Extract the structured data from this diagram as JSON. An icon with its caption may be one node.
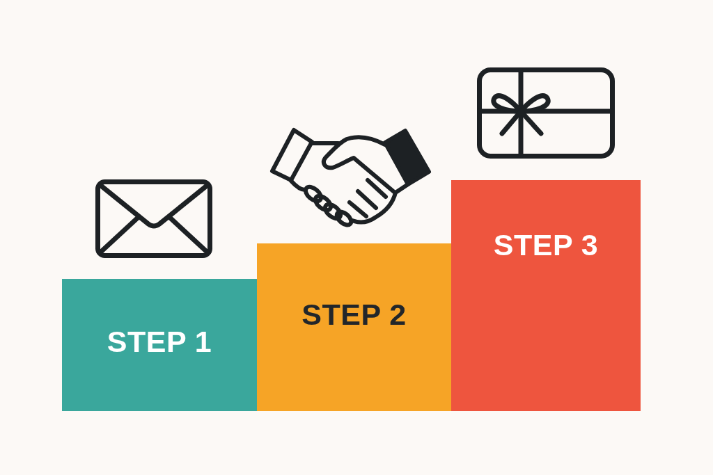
{
  "diagram": {
    "nodes": [
      {
        "text": [
          "STEP 1"
        ]
      },
      {
        "text": [
          "STEP 2"
        ]
      },
      {
        "text": [
          "STEP 3"
        ]
      }
    ]
  }
}
